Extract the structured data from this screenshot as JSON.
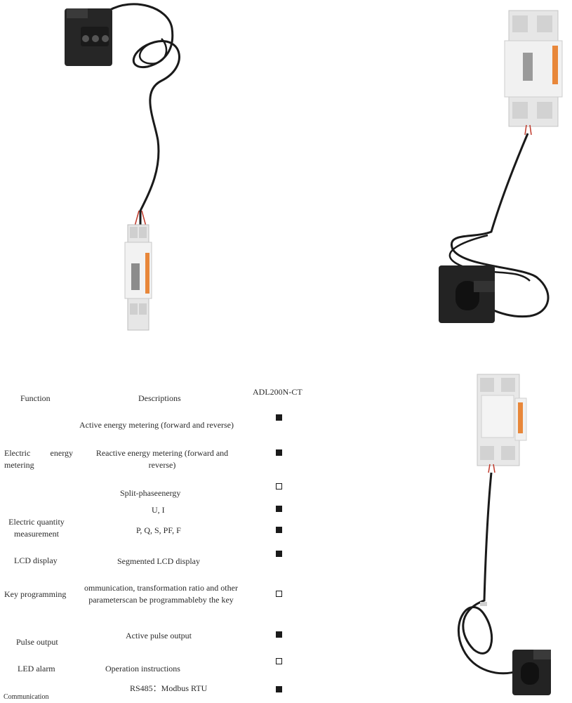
{
  "table": {
    "header": {
      "function": "Function",
      "descriptions": "Descriptions",
      "model": "ADL200N-CT"
    },
    "functions": {
      "electric_energy": "Electric energy metering",
      "electric_quantity": "Electric quantity measurement",
      "lcd": "LCD display",
      "key": "Key programming",
      "pulse": "Pulse output",
      "led": "LED alarm",
      "communication": "Communication"
    },
    "rows": [
      {
        "description": "Active energy metering (forward and reverse)",
        "supported": true
      },
      {
        "description": "Reactive energy metering (forward and reverse)",
        "supported": true
      },
      {
        "description": "Split-phaseenergy",
        "supported": false
      },
      {
        "description": "U, I",
        "supported": true
      },
      {
        "description": "P, Q, S, PF, F",
        "supported": true
      },
      {
        "description": "Segmented LCD display",
        "supported": true
      },
      {
        "description": "ommunication, transformation ratio and other parameterscan be programmableby the key",
        "supported": false
      },
      {
        "description": "Active pulse output",
        "supported": true
      },
      {
        "description": "Operation instructions",
        "supported": false
      },
      {
        "description": "RS485：Modbus RTU",
        "supported": true
      }
    ]
  },
  "photos": [
    {
      "name": "meter-with-ct-clamp-top-left"
    },
    {
      "name": "meter-with-ct-clamp-top-right"
    },
    {
      "name": "meter-with-ct-clamp-bottom-right"
    }
  ],
  "colors": {
    "meter_body": "#e6e6e6",
    "meter_accent": "#e8873a",
    "clamp": "#222222",
    "cable": "#1a1a1a",
    "mark": "#1a1a1a"
  }
}
